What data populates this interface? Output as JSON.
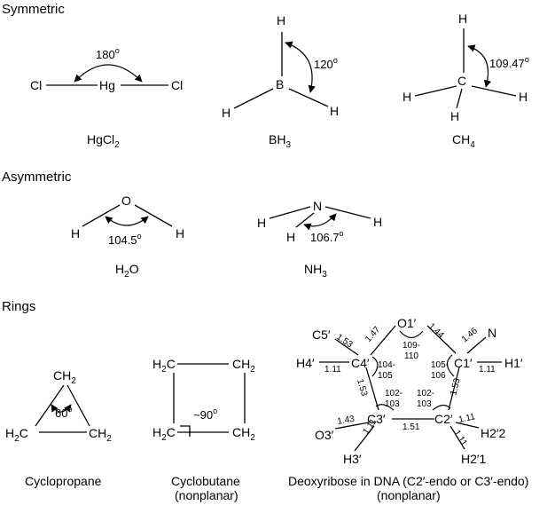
{
  "sections": {
    "symmetric": "Symmetric",
    "asymmetric": "Asymmetric",
    "rings": "Rings"
  },
  "hgcl2": {
    "atoms": {
      "cl1": "Cl",
      "hg": "Hg",
      "cl2": "Cl"
    },
    "angle": "180",
    "deg": "o",
    "caption": {
      "main": "HgCl",
      "sub": "2"
    }
  },
  "bh3": {
    "atoms": {
      "b": "B",
      "h_top": "H",
      "h_left": "H",
      "h_right": "H"
    },
    "angle": "120",
    "deg": "o",
    "caption": {
      "main": "BH",
      "sub": "3"
    }
  },
  "ch4": {
    "atoms": {
      "c": "C",
      "h_top": "H",
      "h_left": "H",
      "h_right": "H",
      "h_bottom": "H"
    },
    "angle": "109.47",
    "deg": "o",
    "caption": {
      "main": "CH",
      "sub": "4"
    }
  },
  "h2o": {
    "atoms": {
      "o": "O",
      "h_left": "H",
      "h_right": "H"
    },
    "angle": "104.5",
    "deg": "o",
    "caption": {
      "pre": "H",
      "sub": "2",
      "post": "O"
    }
  },
  "nh3": {
    "atoms": {
      "n": "N",
      "h_left": "H",
      "h_bottom": "H",
      "h_right": "H"
    },
    "angle": "106.7",
    "deg": "o",
    "caption": {
      "main": "NH",
      "sub": "3"
    }
  },
  "cyclopropane": {
    "atoms": {
      "top": {
        "main": "CH",
        "sub": "2"
      },
      "left": {
        "main": "H",
        "sub": "2",
        "post": "C"
      },
      "right": {
        "main": "CH",
        "sub": "2"
      }
    },
    "angle": "60",
    "deg": "o",
    "caption": "Cyclopropane"
  },
  "cyclobutane": {
    "atoms": {
      "tl": {
        "main": "H",
        "sub": "2",
        "post": "C"
      },
      "tr": {
        "main": "CH",
        "sub": "2"
      },
      "bl": {
        "main": "H",
        "sub": "2",
        "post": "C"
      },
      "br": {
        "main": "CH",
        "sub": "2"
      }
    },
    "angle": "~90",
    "deg": "o",
    "caption": "Cyclobutane",
    "caption2": "(nonplanar)"
  },
  "deoxyribose": {
    "atoms": {
      "o1": "O1′",
      "c1": "C1′",
      "c2": "C2′",
      "c3": "C3′",
      "c4": "C4′",
      "c5": "C5′",
      "h4": "H4′",
      "h1": "H1′",
      "n": "N",
      "o3": "O3′",
      "h3": "H3′",
      "h22": "H2′2",
      "h21": "H2′1"
    },
    "bond_lengths": {
      "o1_c4": "1.47",
      "o1_c1": "1.44",
      "c4_c5": "1.53",
      "c4_h4": "1.11",
      "c1_n": "1.46",
      "c1_h1": "1.11",
      "c4_c3": "1.53",
      "c1_c2": "1.53",
      "c3_c2": "1.51",
      "c3_o3": "1.43",
      "c3_h3": "1.11",
      "c2_h22": "1.11",
      "c2_h21": "1.11"
    },
    "angles": {
      "o1": [
        "109-",
        "110"
      ],
      "c4": [
        "104-",
        "105"
      ],
      "c1": [
        "105-",
        "106"
      ],
      "c3": [
        "102-",
        "103"
      ],
      "c2": [
        "102-",
        "103"
      ]
    },
    "caption": "Deoxyribose in DNA (C2′-endo or C3′-endo)",
    "caption2": "(nonplanar)"
  }
}
